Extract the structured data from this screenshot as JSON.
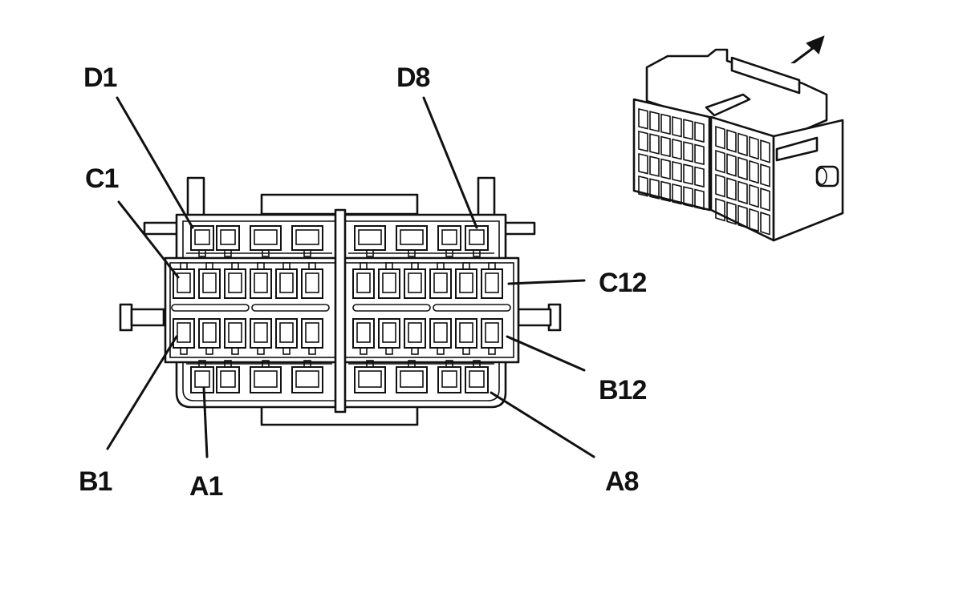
{
  "diagram": {
    "pin_labels": {
      "d1": "D1",
      "d8": "D8",
      "c1": "C1",
      "c12": "C12",
      "b1": "B1",
      "b12": "B12",
      "a1": "A1",
      "a8": "A8"
    },
    "connector_rows": {
      "d_terminals": 8,
      "c_terminals": 12,
      "b_terminals": 12,
      "a_terminals": 8
    },
    "arrow_icon": "direction-arrow-icon",
    "stroke_color": "#111111",
    "background_color": "#ffffff"
  }
}
